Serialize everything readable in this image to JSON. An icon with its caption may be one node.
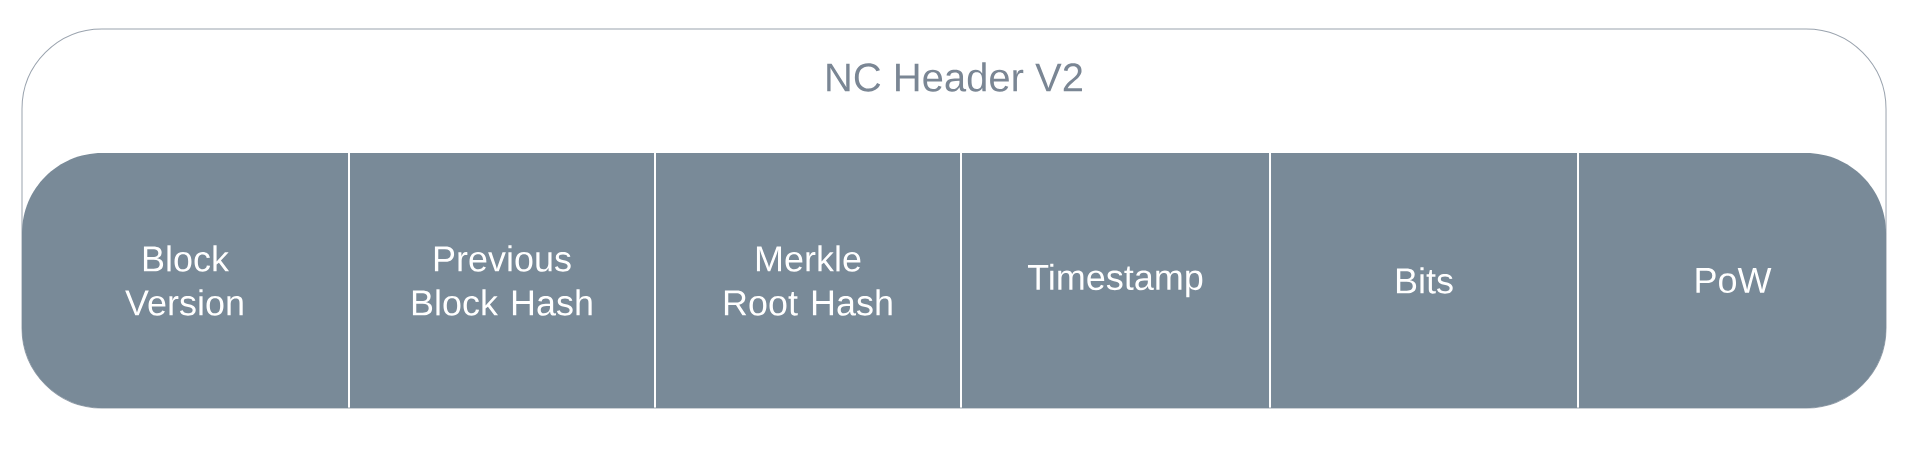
{
  "diagram": {
    "nodes": [
      {
        "text": [
          "NC Header V2"
        ]
      },
      {
        "text": [
          "Block Version"
        ],
        "in": 0
      },
      {
        "text": [
          "Previous Block Hash"
        ],
        "in": 0
      },
      {
        "text": [
          "Merkle Root Hash"
        ],
        "in": 0
      },
      {
        "text": [
          "Timestamp"
        ],
        "in": 0
      },
      {
        "text": [
          "Bits"
        ],
        "in": 0
      },
      {
        "text": [
          "PoW"
        ],
        "in": 0
      }
    ]
  }
}
